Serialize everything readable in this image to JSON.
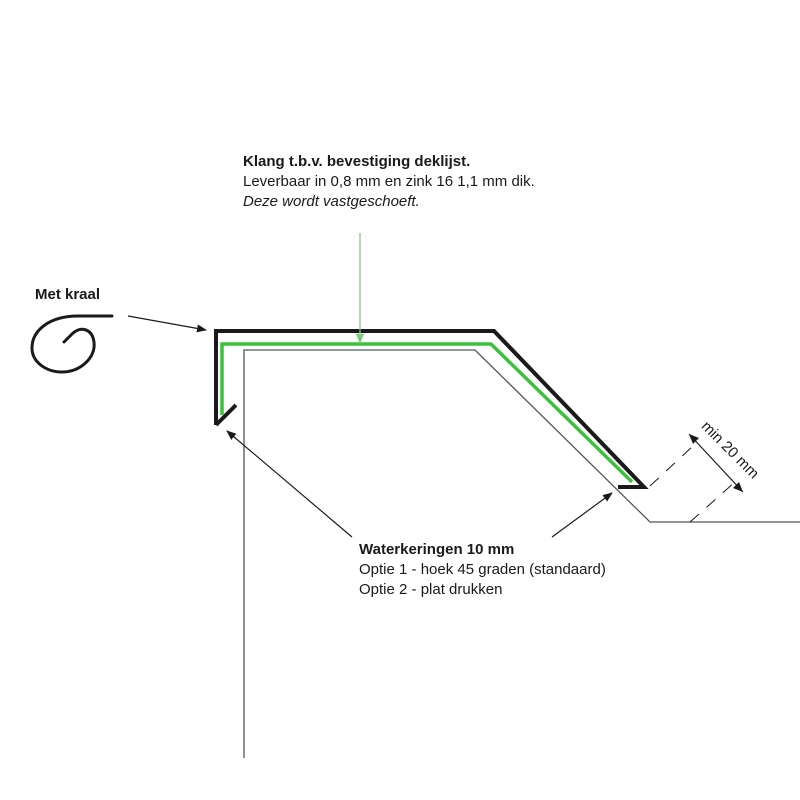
{
  "colors": {
    "profile": "#1a1a1a",
    "accent_green": "#3cc13c",
    "leader_green": "#7fc97f",
    "wall_line": "#555555"
  },
  "annotations": {
    "clip": {
      "title": "Klang t.b.v. bevestiging deklijst.",
      "line1": "Leverbaar in 0,8 mm en zink 16 1,1 mm dik.",
      "note": "Deze wordt vastgeschoeft."
    },
    "bead": {
      "label": "Met kraal"
    },
    "drip_edges": {
      "title": "Waterkeringen 10 mm",
      "option1": "Optie 1 - hoek 45 graden (standaard)",
      "option2": "Optie 2 - plat drukken"
    },
    "dimension": {
      "label": "min 20 mm"
    }
  }
}
